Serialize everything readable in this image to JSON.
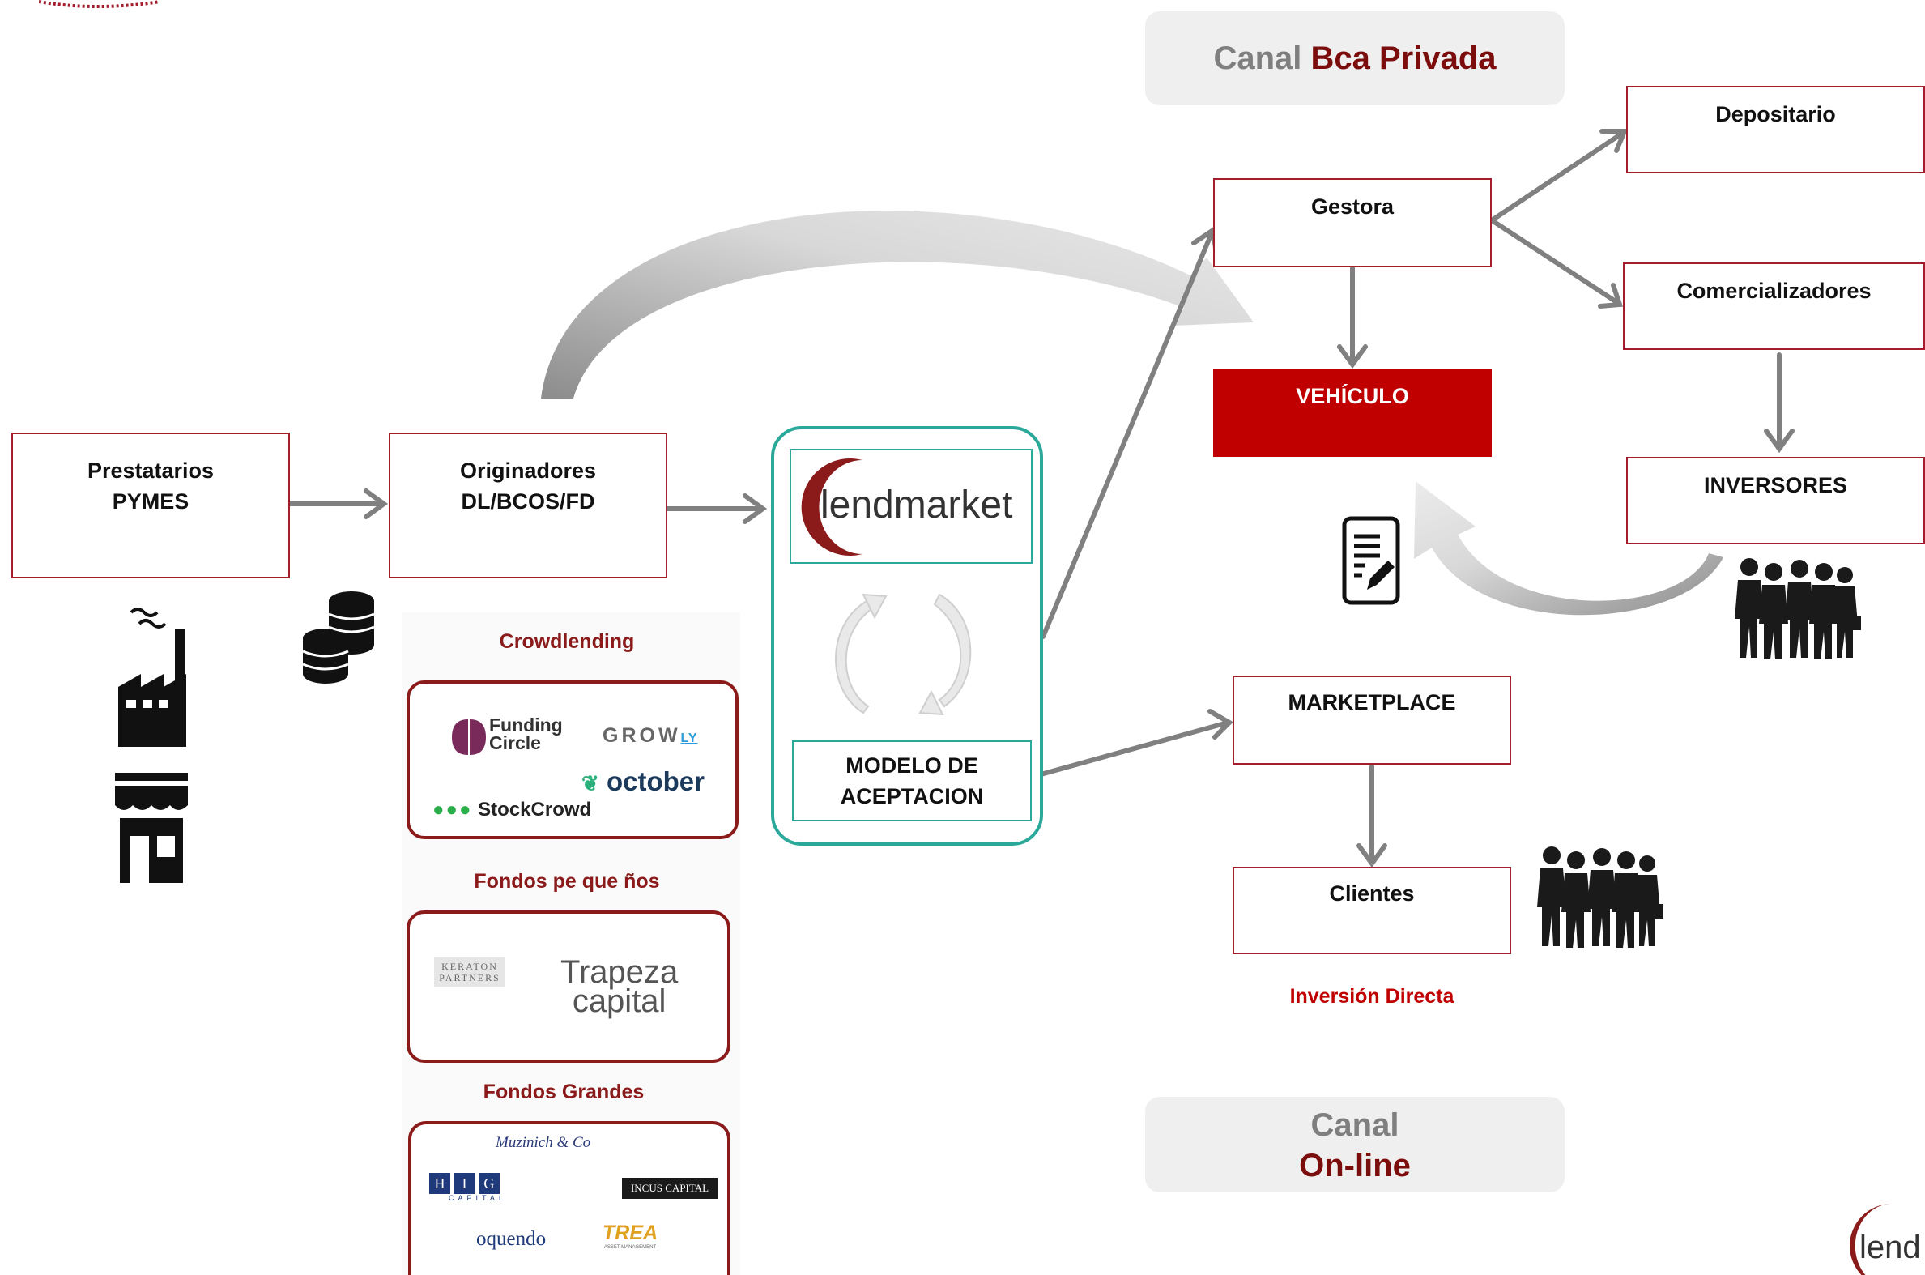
{
  "canal_privada": {
    "prefix": "Canal ",
    "highlight": "Bca Privada"
  },
  "canal_online": {
    "prefix": "Canal",
    "highlight": "On-line"
  },
  "boxes": {
    "prestatarios": {
      "line1": "Prestatarios",
      "line2": "PYMES"
    },
    "originadores": {
      "line1": "Originadores",
      "line2": "DL/BCOS/FD"
    },
    "gestora": "Gestora",
    "vehiculo": "VEHÍCULO",
    "depositario": "Depositario",
    "comercializadores": "Comercializadores",
    "inversores": "INVERSORES",
    "marketplace": "MARKETPLACE",
    "clientes": "Clientes",
    "modelo": {
      "line1": "MODELO DE",
      "line2": "ACEPTACION"
    }
  },
  "lendmarket_logo": {
    "text_a": "lend",
    "text_b": "market"
  },
  "inversion_directa": "Inversión Directa",
  "groups": {
    "crowdlending": {
      "title": "Crowdlending",
      "logos": {
        "funding_a": "Funding",
        "funding_b": "Circle",
        "growly": "GROW",
        "growly_suffix": "LY",
        "october": "october",
        "stockcrowd": "StockCrowd"
      }
    },
    "fondos_pequenos": {
      "title": "Fondos pe que ños",
      "logos": {
        "keraton_a": "KERATON",
        "keraton_b": "PARTNERS",
        "trapeza_a": "Trapeza",
        "trapeza_b": "capital"
      }
    },
    "fondos_grandes": {
      "title": "Fondos Grandes",
      "logos": {
        "muzinich": "Muzinich & Co",
        "hig_a": "H",
        "hig_b": "I",
        "hig_c": "G",
        "hig_sub": "CAPITAL",
        "incus": "INCUS CAPITAL",
        "oquendo": "oquendo",
        "trea": "TREA",
        "trea_sub": "ASSET MANAGEMENT"
      }
    }
  },
  "footer_logo": "lend",
  "colors": {
    "brand_red": "#c00000",
    "dark_red": "#8b1a1a",
    "teal": "#2aa89a",
    "arrow_gray": "#808080",
    "canal_bg": "#efefef"
  },
  "icons": [
    "factory-icon",
    "shop-icon",
    "coins-icon",
    "document-edit-icon",
    "people-group-icon",
    "cycle-arrows-icon"
  ]
}
